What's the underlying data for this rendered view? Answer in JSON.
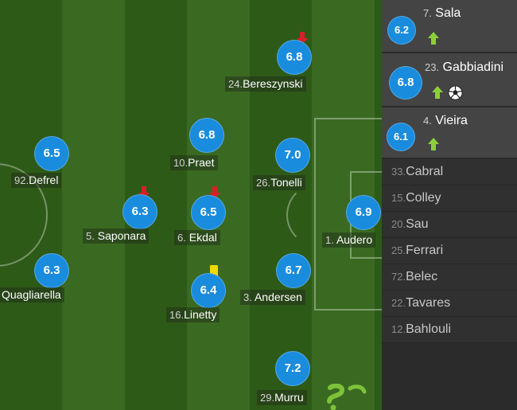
{
  "pitch_players": [
    {
      "id": "sala_field_defrel",
      "number": "92.",
      "name": "Defrel",
      "rating": "6.5",
      "arrow": false,
      "card": false
    },
    {
      "id": "quagliarella",
      "number": "",
      "name": "Quagliarella",
      "rating": "6.3",
      "arrow": false,
      "card": false
    },
    {
      "id": "saponara",
      "number": "5.",
      "name": "Saponara",
      "rating": "6.3",
      "arrow": true,
      "card": false
    },
    {
      "id": "praet",
      "number": "10.",
      "name": "Praet",
      "rating": "6.8",
      "arrow": false,
      "card": false
    },
    {
      "id": "ekdal",
      "number": "6.",
      "name": "Ekdal",
      "rating": "6.5",
      "arrow": true,
      "card": false
    },
    {
      "id": "linetty",
      "number": "16.",
      "name": "Linetty",
      "rating": "6.4",
      "arrow": false,
      "card": true
    },
    {
      "id": "bereszynski",
      "number": "24.",
      "name": "Bereszynski",
      "rating": "6.8",
      "arrow": true,
      "card": false
    },
    {
      "id": "tonelli",
      "number": "26.",
      "name": "Tonelli",
      "rating": "7.0",
      "arrow": false,
      "card": false
    },
    {
      "id": "andersen",
      "number": "3.",
      "name": "Andersen",
      "rating": "6.7",
      "arrow": false,
      "card": false
    },
    {
      "id": "murru",
      "number": "29.",
      "name": "Murru",
      "rating": "7.2",
      "arrow": false,
      "card": false
    },
    {
      "id": "audero",
      "number": "1.",
      "name": "Audero",
      "rating": "6.9",
      "arrow": false,
      "card": false
    }
  ],
  "substitutes_used": [
    {
      "number": "7.",
      "name": "Sala",
      "rating": "6.2",
      "goal": false
    },
    {
      "number": "23.",
      "name": "Gabbiadini",
      "rating": "6.8",
      "goal": true
    },
    {
      "number": "4.",
      "name": "Vieira",
      "rating": "6.1",
      "goal": false
    }
  ],
  "bench": [
    {
      "number": "33.",
      "name": "Cabral"
    },
    {
      "number": "15.",
      "name": "Colley"
    },
    {
      "number": "20.",
      "name": "Sau"
    },
    {
      "number": "25.",
      "name": "Ferrari"
    },
    {
      "number": "72.",
      "name": "Belec"
    },
    {
      "number": "22.",
      "name": "Tavares"
    },
    {
      "number": "12.",
      "name": "Bahlouli"
    }
  ],
  "colors": {
    "rating_bg": "#1a8cdd",
    "sub_in_arrow": "#8ccf3c",
    "sub_out_arrow": "#d8202a",
    "yellow_card": "#f1d800"
  },
  "icons": {
    "sub_out": "arrow-down-icon",
    "sub_in": "arrow-up-icon",
    "goal": "football-icon",
    "card": "yellow-card-icon"
  }
}
